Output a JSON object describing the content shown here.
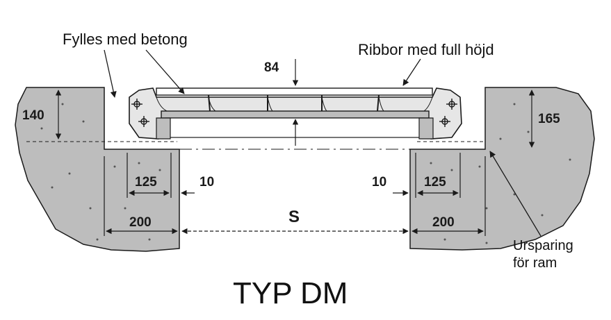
{
  "labels": {
    "fill": "Fylles med betong",
    "ribs": "Ribbor med full höjd",
    "recess_line1": "Ursparing",
    "recess_line2": "för ram",
    "title": "TYP DM"
  },
  "dimensions": {
    "height_top": "84",
    "left_height": "140",
    "right_height": "165",
    "left_inner": "125",
    "right_inner": "125",
    "left_outer": "200",
    "right_outer": "200",
    "gap_left": "10",
    "gap_right": "10",
    "span": "S"
  },
  "colors": {
    "concrete": "#bdbdbd",
    "line": "#1a1a1a",
    "frame_fill": "#e6e6e6"
  }
}
